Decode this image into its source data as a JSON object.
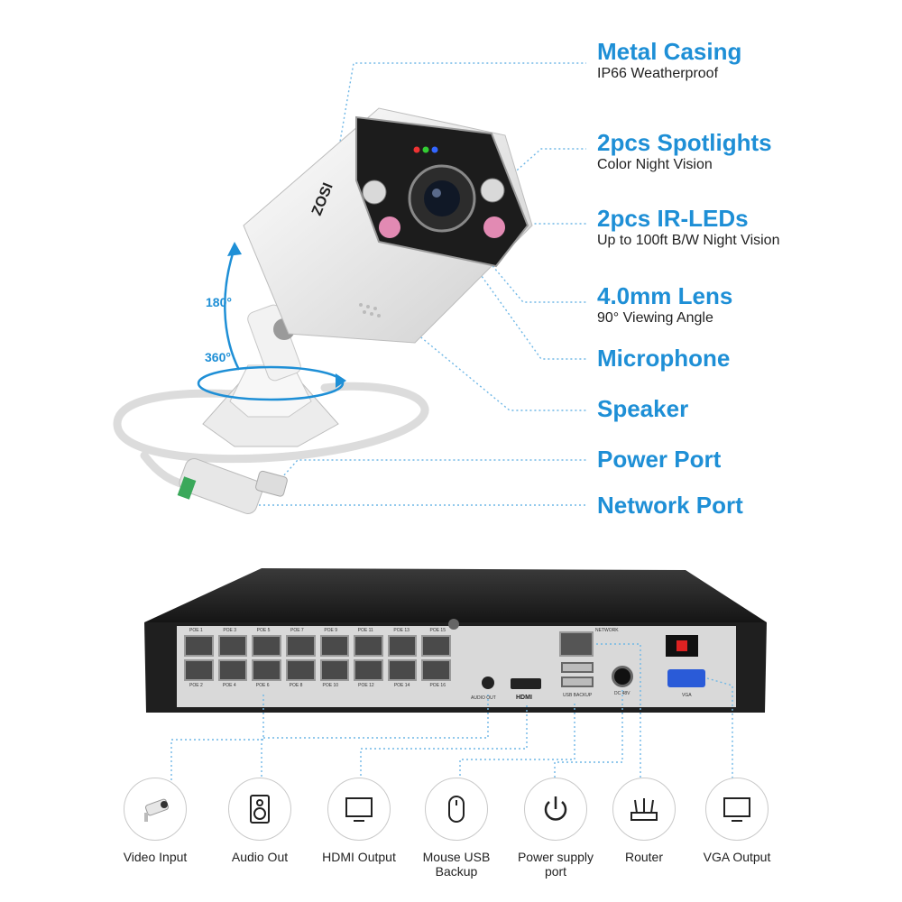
{
  "camera": {
    "brand": "ZOSI",
    "rotation_vertical": "180°",
    "rotation_horizontal": "360°"
  },
  "features": [
    {
      "title": "Metal Casing",
      "subtitle": "IP66 Weatherproof"
    },
    {
      "title": "2pcs Spotlights",
      "subtitle": "Color Night Vision"
    },
    {
      "title": "2pcs IR-LEDs",
      "subtitle": "Up to 100ft B/W Night Vision"
    },
    {
      "title": "4.0mm Lens",
      "subtitle": "90° Viewing Angle"
    },
    {
      "title": "Microphone",
      "subtitle": ""
    },
    {
      "title": "Speaker",
      "subtitle": ""
    },
    {
      "title": "Power Port",
      "subtitle": ""
    },
    {
      "title": "Network Port",
      "subtitle": ""
    }
  ],
  "nvr": {
    "poe_top": [
      "POE 1",
      "POE 3",
      "POE 5",
      "POE 7",
      "POE 9",
      "POE 11",
      "POE 13",
      "POE 15"
    ],
    "poe_bottom": [
      "POE 2",
      "POE 4",
      "POE 6",
      "POE 8",
      "POE 10",
      "POE 12",
      "POE 14",
      "POE 16"
    ],
    "network": "NETWORK",
    "audio_out": "AUDIO OUT",
    "hdmi": "HDMI",
    "usb": "USB BACKUP",
    "dc": "DC 48V",
    "vga": "VGA"
  },
  "connections": [
    {
      "label": "Video Input",
      "icon": "camera-icon"
    },
    {
      "label": "Audio Out",
      "icon": "speaker-icon"
    },
    {
      "label": "HDMI Output",
      "icon": "monitor-icon"
    },
    {
      "label": "Mouse USB Backup",
      "icon": "mouse-icon"
    },
    {
      "label": "Power supply port",
      "icon": "power-icon"
    },
    {
      "label": "Router",
      "icon": "router-icon"
    },
    {
      "label": "VGA Output",
      "icon": "monitor-icon"
    }
  ],
  "colors": {
    "accent": "#1e8fd6",
    "dotted": "#6fb7e6",
    "nvr_body": "#2a2a2a",
    "nvr_panel": "#d9d9d9"
  }
}
